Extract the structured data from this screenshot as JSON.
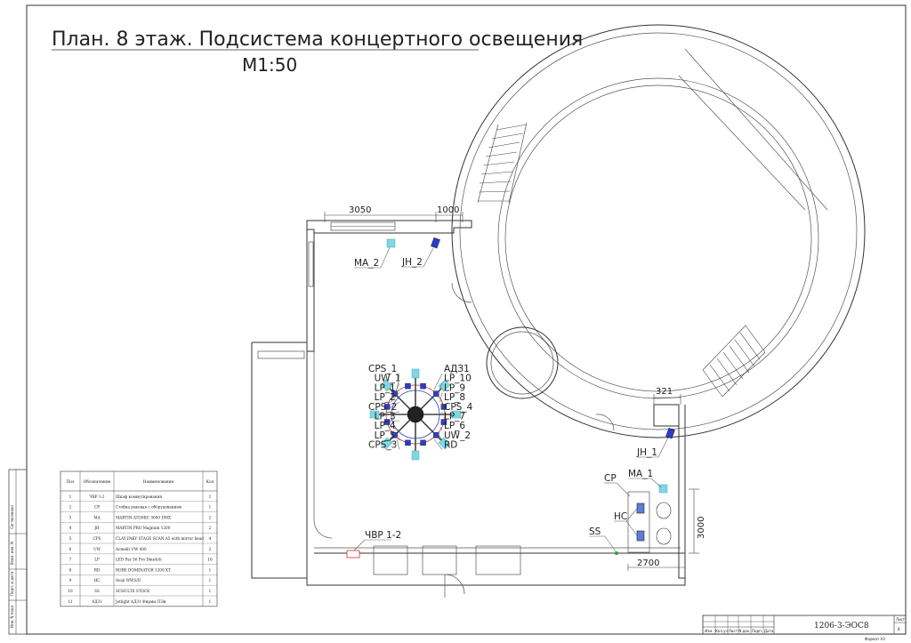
{
  "drawing": {
    "title": "План. 8 этаж. Подсистема концертного освещения",
    "scale": "М1:50"
  },
  "dimensions": {
    "top_left": "3050",
    "top_right": "1000",
    "right_small": "321",
    "booth_width": "2700",
    "booth_height": "3000"
  },
  "tags": {
    "ma_2": "MA_2",
    "jh_2": "JH_2",
    "jh_1": "JH_1",
    "ma_1": "MA_1",
    "cp": "CP",
    "hc": "HC",
    "ss": "SS",
    "vvr": "ЧВР 1-2",
    "truss_left": [
      "CPS_1",
      "UW_1",
      "LP_1",
      "LP_2",
      "CPS_2",
      "LP_3",
      "LP_4",
      "LP_5",
      "CPS_3"
    ],
    "truss_right": [
      "АДЗ1",
      "LP_10",
      "LP_9",
      "LP_8",
      "CPS_4",
      "LP_7",
      "LP_6",
      "UW_2",
      "RD"
    ]
  },
  "legend": {
    "headers": [
      "Поз",
      "Обозначение",
      "Наименование",
      "Кол"
    ],
    "rows": [
      [
        "1",
        "ЧВР 1-2",
        "Шкаф коммутирования",
        "1"
      ],
      [
        "2",
        "CP",
        "Стойка рековая с оборудованием",
        "1"
      ],
      [
        "3",
        "MA",
        "MARTIN ATOMIC 3000 DMX",
        "2"
      ],
      [
        "4",
        "JH",
        "MARTIN PRO Magnum 1200",
        "2"
      ],
      [
        "5",
        "CPS",
        "CLAY PAKY STAGE SCAN A5 with mirror head",
        "4"
      ],
      [
        "6",
        "UW",
        "Acmelit UW 400",
        "2"
      ],
      [
        "7",
        "LP",
        "LED Par 56 Pro Dmx4ch",
        "10"
      ],
      [
        "8",
        "RD",
        "ROBE DOMINATOR 1200 XT",
        "1"
      ],
      [
        "9",
        "HC",
        "Avab WWS/II",
        "1"
      ],
      [
        "10",
        "SS",
        "SCHULTE STOCK",
        "1"
      ],
      [
        "11",
        "АДЗ1",
        "Jetlight АДЗ1 Фирмы ПЭи",
        "1"
      ]
    ]
  },
  "stamp": {
    "code": "1206-3-ЭОС8",
    "sheet_no": "8",
    "format": "Формат А3",
    "cols": [
      "Изм.",
      "Кол.уч",
      "Лист",
      "N док.",
      "Подп.",
      "Дата"
    ],
    "sheet_label": "Лист"
  },
  "side_strip": {
    "labels": [
      "Инв. N подл.",
      "Подп. и дата",
      "Взам. инв. N",
      "Согласовано"
    ]
  }
}
